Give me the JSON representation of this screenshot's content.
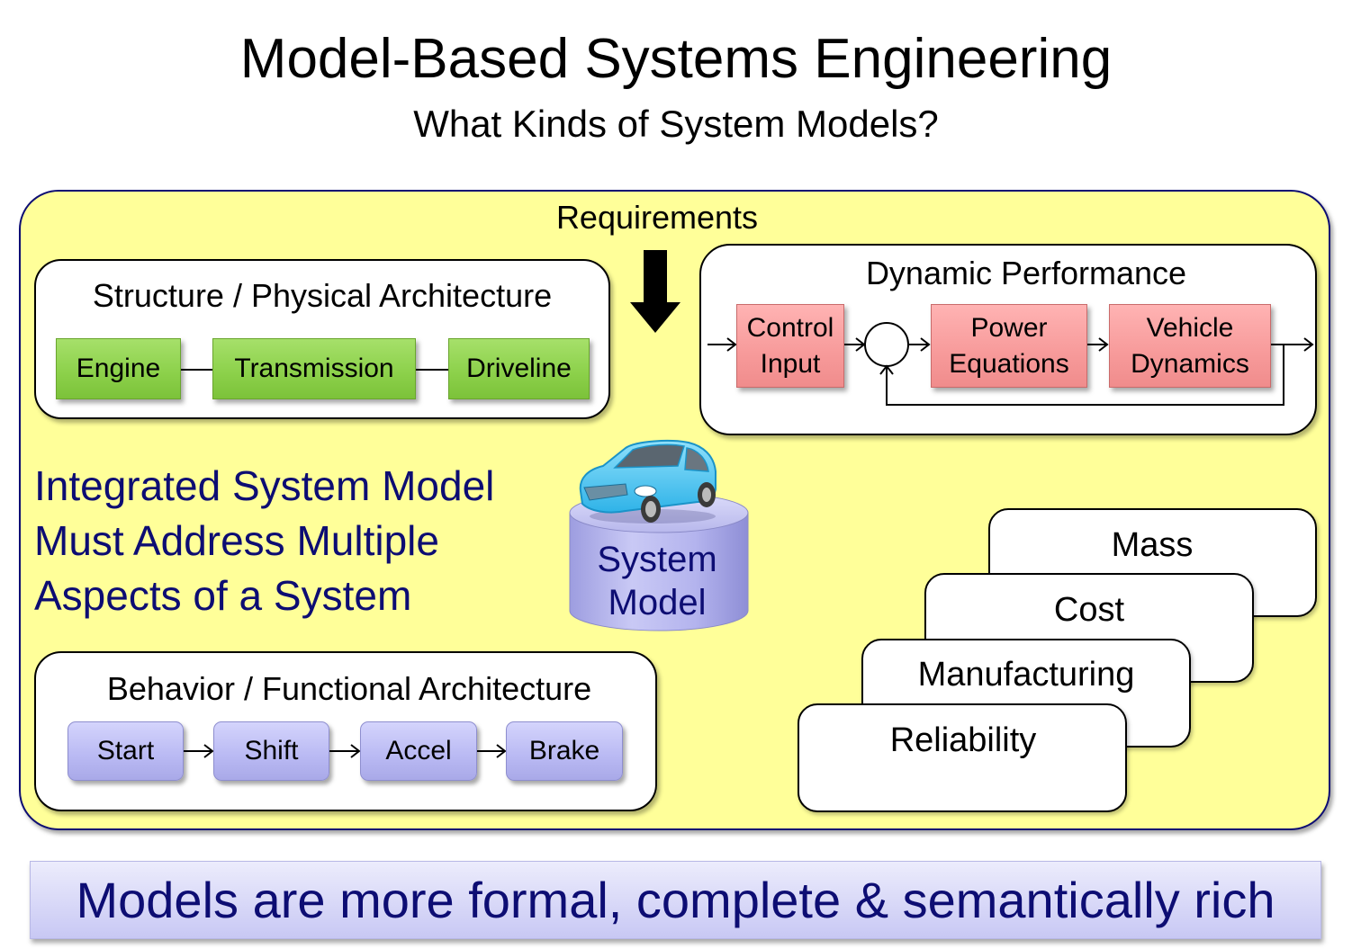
{
  "slide": {
    "title": "Model-Based Systems Engineering",
    "subtitle": "What Kinds of System Models?"
  },
  "colors": {
    "panel_fill": "#ffff99",
    "panel_border": "#0d0d73",
    "accent_text": "#0d0d73",
    "structure_block": "#8bd049",
    "dynamic_block": "#f79a9a",
    "behavior_block": "#b9b9f3"
  },
  "requirements": {
    "label": "Requirements",
    "arrow_icon": "down-arrow-icon"
  },
  "structure": {
    "title": "Structure / Physical Architecture",
    "blocks": [
      "Engine",
      "Transmission",
      "Driveline"
    ]
  },
  "dynamic": {
    "title": "Dynamic Performance",
    "blocks": [
      {
        "line1": "Control",
        "line2": "Input"
      },
      {
        "line1": "Power",
        "line2": "Equations"
      },
      {
        "line1": "Vehicle",
        "line2": "Dynamics"
      }
    ],
    "summing_junction": "summing-junction-icon"
  },
  "integrated": {
    "lines": [
      "Integrated System Model",
      "Must Address Multiple",
      "Aspects of a System"
    ]
  },
  "system_model": {
    "icon": "car-on-database-icon",
    "line1": "System",
    "line2": "Model"
  },
  "behavior": {
    "title": "Behavior / Functional Architecture",
    "blocks": [
      "Start",
      "Shift",
      "Accel",
      "Brake"
    ]
  },
  "aspects": {
    "cards": [
      "Mass",
      "Cost",
      "Manufacturing",
      "Reliability"
    ]
  },
  "footer": {
    "text": "Models are more formal, complete & semantically rich"
  }
}
